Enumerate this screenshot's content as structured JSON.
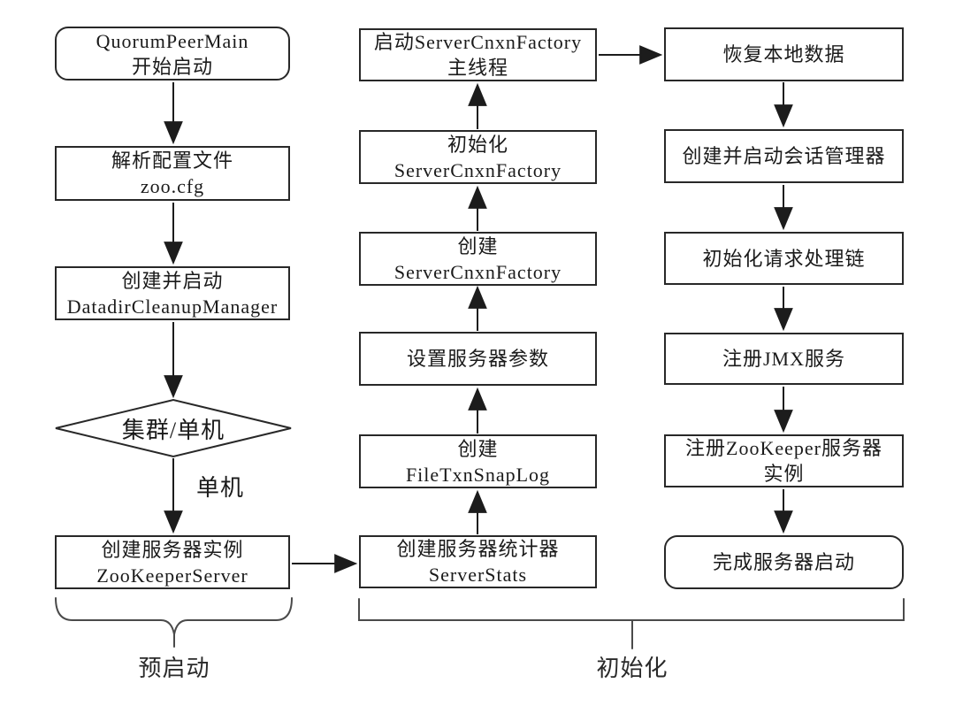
{
  "diagram": {
    "nodes": {
      "start": {
        "shape": "rounded",
        "lines": [
          "QuorumPeerMain",
          "开始启动"
        ]
      },
      "parse_config": {
        "shape": "rect",
        "lines": [
          "解析配置文件",
          "zoo.cfg"
        ]
      },
      "datadir_cleanup": {
        "shape": "rect",
        "lines": [
          "创建并启动",
          "DatadirCleanupManager"
        ]
      },
      "decision": {
        "shape": "diamond",
        "lines": [
          "集群/单机"
        ]
      },
      "create_server": {
        "shape": "rect",
        "lines": [
          "创建服务器实例",
          "ZooKeeperServer"
        ]
      },
      "start_main_thread": {
        "shape": "rect",
        "lines": [
          "启动ServerCnxnFactory",
          "主线程"
        ]
      },
      "init_factory": {
        "shape": "rect",
        "lines": [
          "初始化",
          "ServerCnxnFactory"
        ]
      },
      "create_factory": {
        "shape": "rect",
        "lines": [
          "创建",
          "ServerCnxnFactory"
        ]
      },
      "set_params": {
        "shape": "rect",
        "lines": [
          "设置服务器参数"
        ]
      },
      "create_snaplog": {
        "shape": "rect",
        "lines": [
          "创建",
          "FileTxnSnapLog"
        ]
      },
      "create_stats": {
        "shape": "rect",
        "lines": [
          "创建服务器统计器",
          "ServerStats"
        ]
      },
      "restore_data": {
        "shape": "rect",
        "lines": [
          "恢复本地数据"
        ]
      },
      "session_manager": {
        "shape": "rect",
        "lines": [
          "创建并启动会话管理器"
        ]
      },
      "request_chain": {
        "shape": "rect",
        "lines": [
          "初始化请求处理链"
        ]
      },
      "register_jmx": {
        "shape": "rect",
        "lines": [
          "注册JMX服务"
        ]
      },
      "register_instance": {
        "shape": "rect",
        "lines": [
          "注册ZooKeeper服务器",
          "实例"
        ]
      },
      "finish": {
        "shape": "rounded",
        "lines": [
          "完成服务器启动"
        ]
      }
    },
    "edge_labels": {
      "standalone": "单机"
    },
    "phase_labels": {
      "pre_start": "预启动",
      "init": "初始化"
    }
  },
  "colors": {
    "line": "#222222",
    "brace": "#4a4a4a",
    "background": "#ffffff",
    "text": "#1a1a1a"
  }
}
